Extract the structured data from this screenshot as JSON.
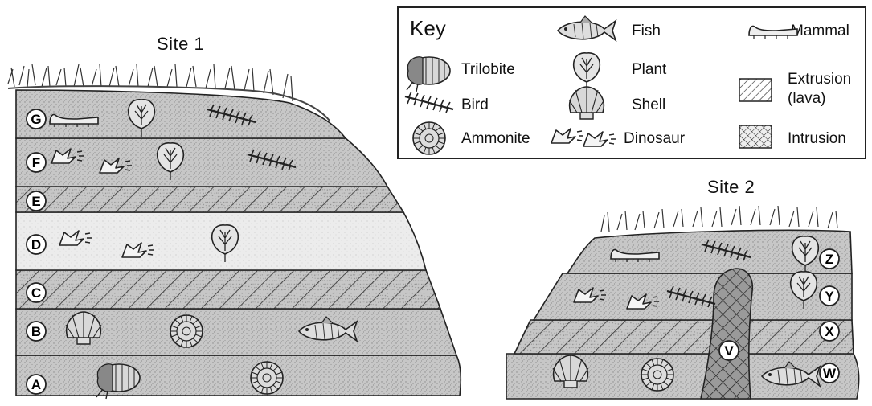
{
  "site1": {
    "title": "Site 1",
    "layers": [
      {
        "label": "G",
        "type": "sediment",
        "fossils": [
          "mammal",
          "plant",
          "bird"
        ]
      },
      {
        "label": "F",
        "type": "sediment",
        "fossils": [
          "dinosaur",
          "dinosaur",
          "plant",
          "bird"
        ]
      },
      {
        "label": "E",
        "type": "extrusion",
        "fossils": []
      },
      {
        "label": "D",
        "type": "sediment",
        "fossils": [
          "dinosaur",
          "dinosaur",
          "plant"
        ]
      },
      {
        "label": "C",
        "type": "extrusion",
        "fossils": []
      },
      {
        "label": "B",
        "type": "sediment",
        "fossils": [
          "shell",
          "ammonite",
          "fish"
        ]
      },
      {
        "label": "A",
        "type": "sediment",
        "fossils": [
          "trilobite",
          "ammonite"
        ]
      }
    ]
  },
  "site2": {
    "title": "Site 2",
    "layers": [
      {
        "label": "Z",
        "type": "sediment",
        "fossils": [
          "mammal",
          "bird",
          "plant"
        ]
      },
      {
        "label": "Y",
        "type": "sediment",
        "fossils": [
          "dinosaur",
          "dinosaur",
          "bird",
          "plant"
        ]
      },
      {
        "label": "X",
        "type": "extrusion",
        "fossils": []
      },
      {
        "label": "W",
        "type": "sediment",
        "fossils": [
          "shell",
          "ammonite",
          "fish"
        ]
      }
    ],
    "intrusion_label": "V"
  },
  "key": {
    "title": "Key",
    "items": {
      "trilobite": "Trilobite",
      "bird": "Bird",
      "ammonite": "Ammonite",
      "fish": "Fish",
      "plant": "Plant",
      "shell": "Shell",
      "dinosaur": "Dinosaur",
      "mammal": "Mammal",
      "extrusion": "Extrusion\n(lava)",
      "extrusion_line1": "Extrusion",
      "extrusion_line2": "(lava)",
      "intrusion": "Intrusion"
    }
  },
  "colors": {
    "sediment_fill": "#c9c9c9",
    "light_layer_fill": "#ececec",
    "outline": "#222222"
  }
}
